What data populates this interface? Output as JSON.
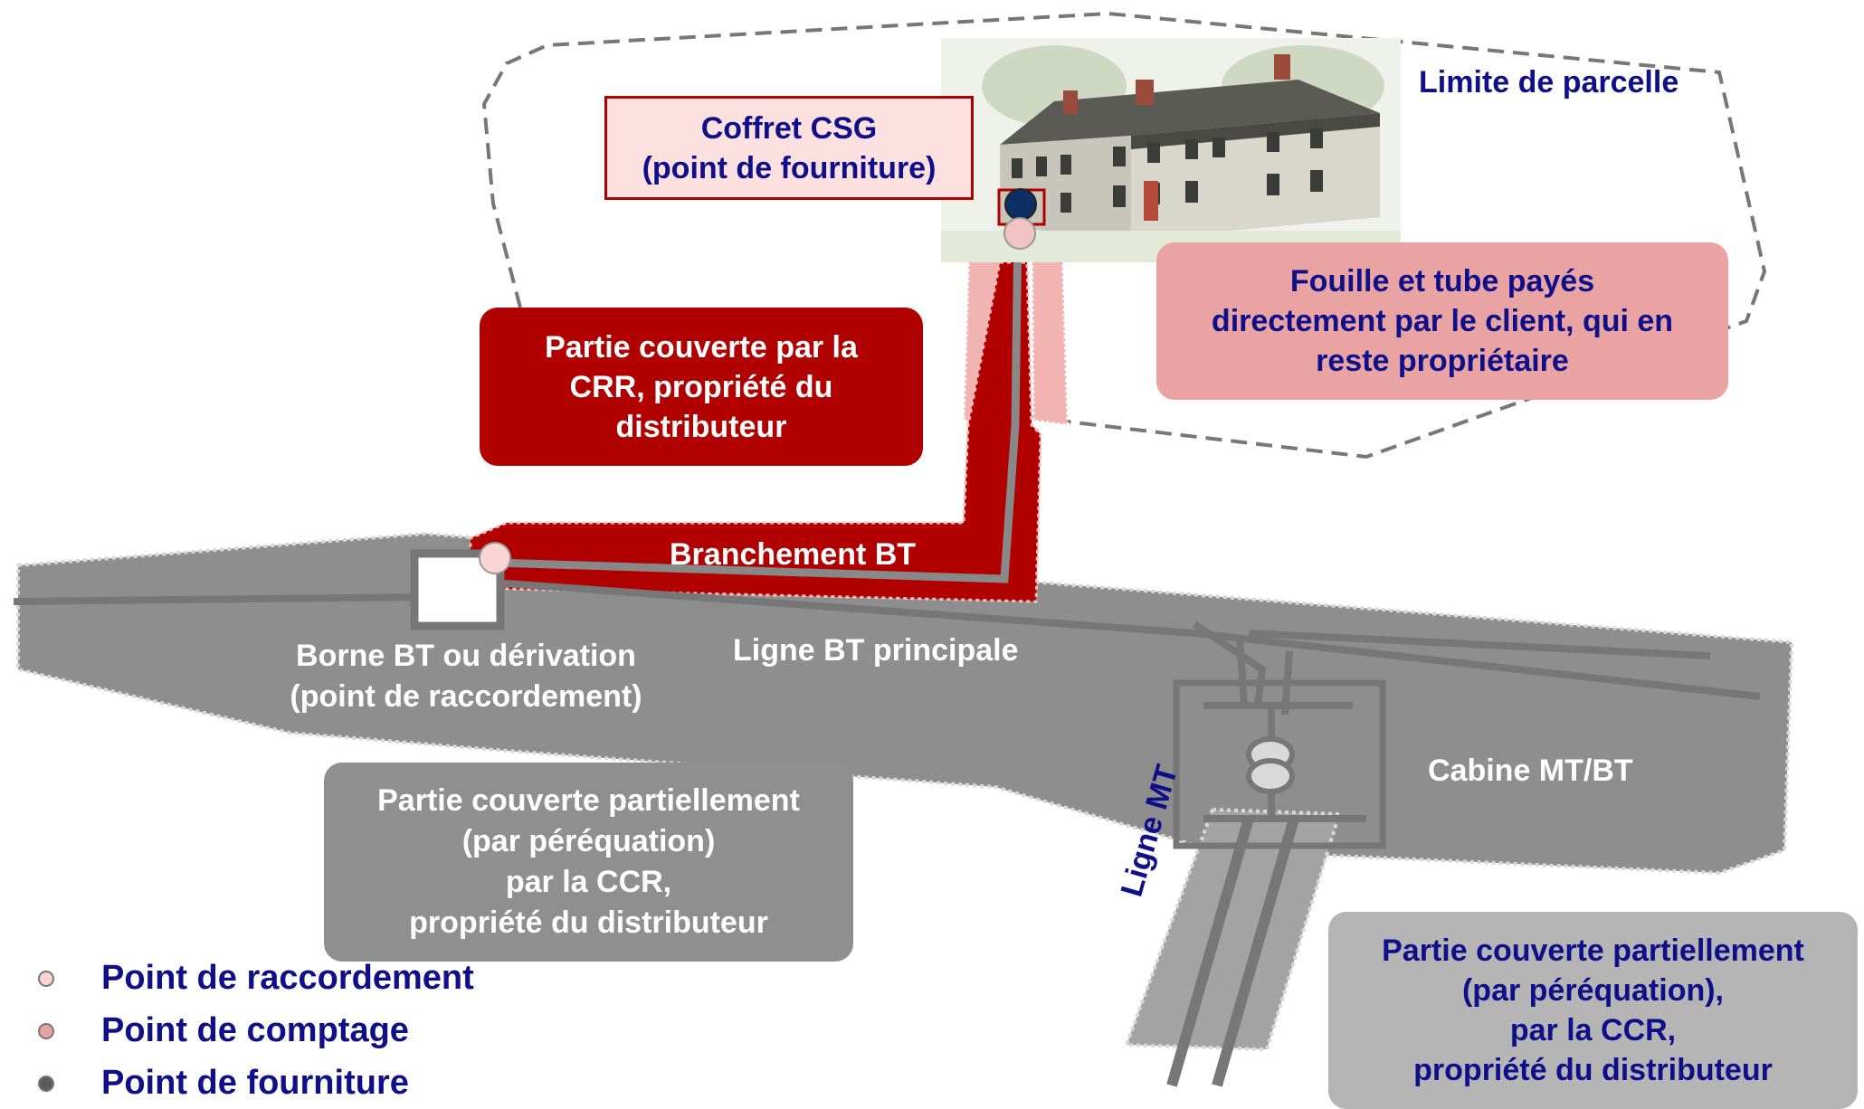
{
  "colors": {
    "ground": "#8e8e8e",
    "dark_red": "#b00000",
    "light_red": "#f2b3b3",
    "navy": "#0f0f8a",
    "box_pink": "#e9a3a3",
    "box_gray_dark": "#8f8f8f",
    "box_gray_light": "#b5b5b5",
    "raccordement": "#fbd4d4",
    "comptage": "#e8a2a2",
    "fourniture": "#5c5c5c"
  },
  "labels": {
    "coffret": "Coffret CSG\n(point de fourniture)",
    "limite": "Limite de parcelle",
    "fouille": "Fouille et tube payés\ndirectement par le client, qui en\nreste propriétaire",
    "crr": "Partie couverte par la\nCRR, propriété du\ndistributeur",
    "branchement": "Branchement BT",
    "borne": "Borne BT ou dérivation\n(point de raccordement)",
    "ligne_bt": "Ligne BT principale",
    "cabine": "Cabine MT/BT",
    "ligne_mt": "Ligne MT",
    "ccr_left": "Partie couverte partiellement\n(par péréquation)\npar la CCR,\npropriété du distributeur",
    "ccr_right": "Partie couverte partiellement\n(par péréquation),\npar la CCR,\npropriété du distributeur"
  },
  "legend": [
    {
      "label": "Point de raccordement",
      "icon": "light-pink-dot"
    },
    {
      "label": "Point de comptage",
      "icon": "pink-dot"
    },
    {
      "label": "Point de fourniture",
      "icon": "dark-gray-dot"
    }
  ]
}
